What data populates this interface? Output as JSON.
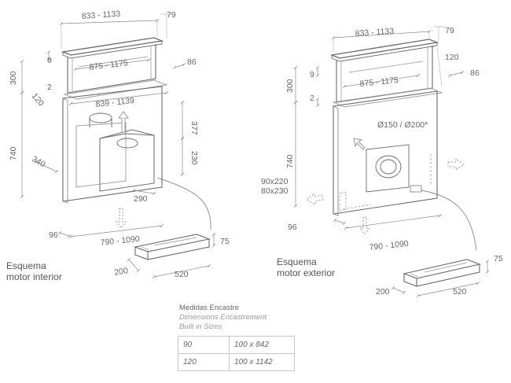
{
  "left_diagram": {
    "caption_line1": "Esquema",
    "caption_line2": "motor interior",
    "dims": {
      "top_width": "833 - 1133",
      "top_depth": "79",
      "top_height": "9",
      "inner_width": "875 - 1175",
      "depth_86": "86",
      "height_300": "300",
      "gap_2": "2",
      "depth_120": "120",
      "panel_width": "839 - 1139",
      "height_377": "377",
      "height_740": "740",
      "depth_340": "340",
      "height_230": "230",
      "offset_290": "290",
      "bottom_96": "96",
      "bottom_width": "790 - 1090",
      "unit_75": "75",
      "unit_200": "200",
      "unit_520": "520"
    }
  },
  "right_diagram": {
    "caption_line1": "Esquema",
    "caption_line2": "motor exterior",
    "dims": {
      "top_width": "833 - 1133",
      "top_depth": "79",
      "top_height": "9",
      "depth_120": "120",
      "inner_width": "875 - 1175",
      "depth_86": "86",
      "height_300": "300",
      "gap_2": "2",
      "duct": "Ø150 / Ø200*",
      "height_740": "740",
      "opening_a": "90x220",
      "opening_b": "80x230",
      "bottom_96": "96",
      "bottom_width": "790 - 1090",
      "unit_75": "75",
      "unit_200": "200",
      "unit_520": "520"
    }
  },
  "legend": {
    "title": "Medidas Encastre",
    "subtitle": "Dimensions Encastrement",
    "subtitle2": "Built in Sizes"
  },
  "table": {
    "rows": [
      {
        "size": "90",
        "dims": "100 x 842"
      },
      {
        "size": "120",
        "dims": "100 x 1142"
      }
    ]
  },
  "colors": {
    "line": "#6a6a6a",
    "panel": "#7a7a7a",
    "light": "#b5b5b5"
  }
}
